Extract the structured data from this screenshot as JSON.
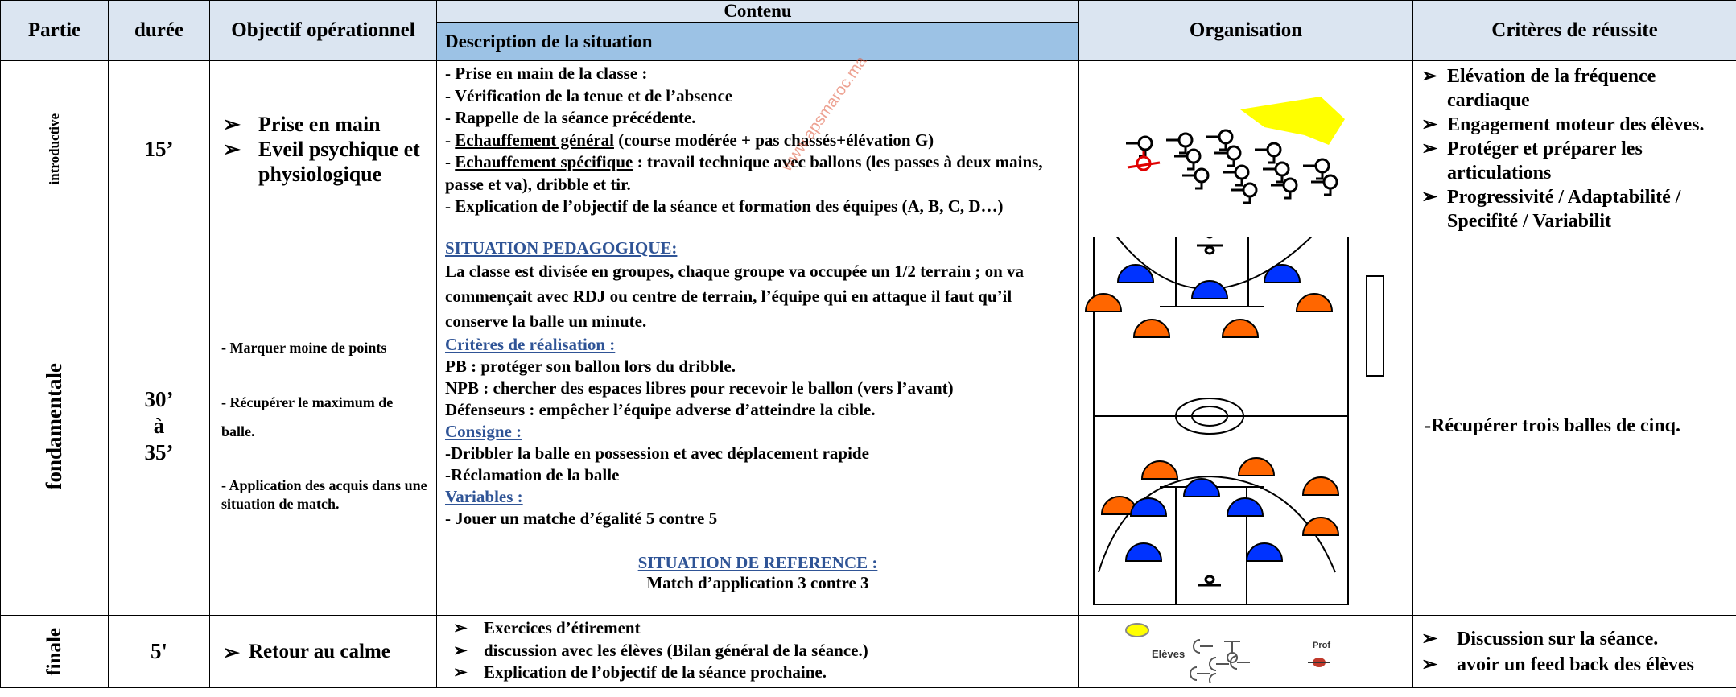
{
  "header": {
    "partie": "Partie",
    "duree": "durée",
    "objectif": "Objectif opérationnel",
    "contenu": "Contenu",
    "description": "Description de la situation",
    "organisation": "Organisation",
    "criteres": "Critères de réussite"
  },
  "intro": {
    "partie": "introductive",
    "duree": "15’",
    "objectifs": [
      "Prise en main",
      "Eveil psychique et physiologique"
    ],
    "contenu": {
      "l1": "- Prise en main de la classe :",
      "l2": "- Vérification de la tenue et de l’absence",
      "l3": "- Rappelle de la séance précédente.",
      "l4_prefix": "- ",
      "l4_ul": "Echauffement général",
      "l4_rest": " (course modérée + pas chassés+élévation G)",
      "l5_prefix": "- ",
      "l5_ul": "Echauffement spécifique",
      "l5_rest": " : travail technique avec ballons (les passes à deux mains, passe et va), dribble et tir.",
      "l6": "- Explication de l’objectif de la séance et formation des équipes (A, B, C, D…)"
    },
    "criteres": [
      "Elévation de la fréquence cardiaque",
      "Engagement moteur des élèves.",
      "Protéger et préparer les articulations",
      "Progressivité / Adaptabilité / Specifité / Variabilit"
    ]
  },
  "fond": {
    "partie": "fondamentale",
    "duree_1": "30’",
    "duree_2": "à",
    "duree_3": "35’",
    "objectifs": {
      "o1": "- Marquer moine de points",
      "o2": "- Récupérer le maximum de balle.",
      "o3": "- Application des acquis dans une situation de match."
    },
    "contenu": {
      "sp_title": "SITUATION PEDAGOGIQUE:",
      "sp_text": " La classe est divisée en  groupes, chaque groupe va occupée un 1/2 terrain ; on va commençait avec RDJ ou centre de terrain, l’équipe qui en attaque il faut qu’il conserve la balle un minute.",
      "cr_title": "Critères de réalisation :",
      "cr1": "PB : protéger son ballon lors du dribble.",
      "cr2": "NPB : chercher des espaces libres pour recevoir le ballon (vers l’avant)",
      "cr3": "Défenseurs : empêcher l’équipe adverse d’atteindre la cible.",
      "cons_title": "Consigne :",
      "cons1": "-Dribbler la balle en possession et avec déplacement rapide",
      "cons2": "-Réclamation de la balle",
      "var_title": "Variables :",
      "var1": "- Jouer un matche d’égalité  5 contre 5",
      "ref_title": "SITUATION DE REFERENCE :",
      "ref_text": "Match d’application 3 contre 3"
    },
    "critere": "-Récupérer trois balles de cinq."
  },
  "finale": {
    "partie": "finale",
    "duree": "5'",
    "objectif": "Retour au calme",
    "contenu": [
      "Exercices d’étirement",
      "discussion avec les élèves (Bilan général de la séance.)",
      "Explication de l’objectif de la séance prochaine."
    ],
    "org_eleves": "Elèves",
    "org_prof": "Prof",
    "criteres": [
      "Discussion sur la séance.",
      "avoir un feed back des élèves"
    ]
  },
  "watermark": "www.apsmaroc.ma",
  "colors": {
    "header_bg": "#dbe5f1",
    "subheader_bg": "#9cc2e5",
    "link_blue": "#2f5496",
    "team_blue": "#0033ff",
    "team_orange": "#ff6600",
    "sun_yellow": "#ffff00"
  }
}
